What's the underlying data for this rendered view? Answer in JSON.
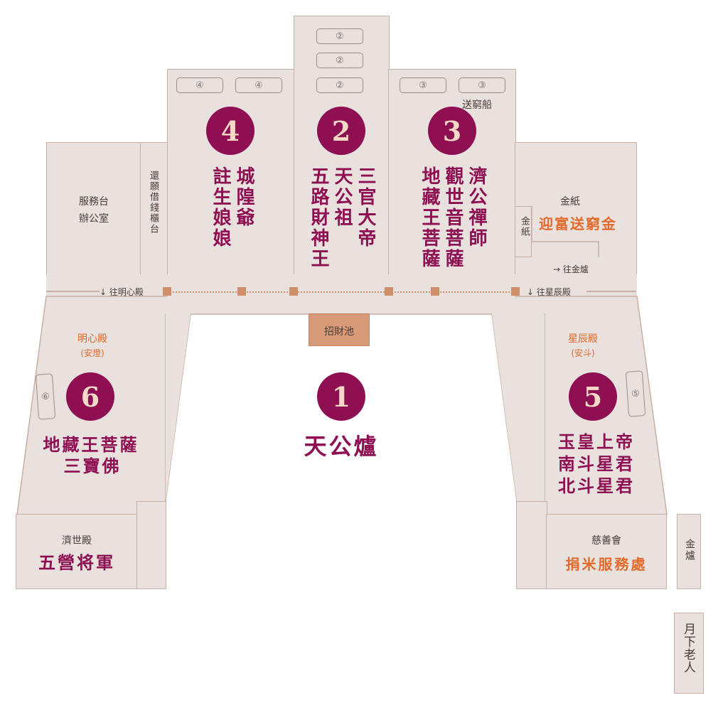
{
  "colors": {
    "room": "#e8e1dd",
    "border": "#c9aea3",
    "accent": "#8e1053",
    "orange": "#e26a2c",
    "pool": "#d89b7a"
  },
  "rooms": {
    "service": {
      "line1": "服務台",
      "line2": "辦公室"
    },
    "vow": "還願借錢櫃台",
    "mingxin": {
      "name": "明心殿",
      "sub": "(安燈)"
    },
    "xingchen": {
      "name": "星辰殿",
      "sub": "(安斗)"
    },
    "jishi": {
      "name": "濟世殿",
      "deity": "五營将軍"
    },
    "cishan": {
      "name": "慈善會",
      "desk": "捐米服務處"
    },
    "gold_paper": {
      "label": "金紙",
      "sub_label": "金紙",
      "service": "迎富送窮金",
      "direction": "→ 往金爐"
    },
    "pool": "招財池",
    "burner_right": "金爐",
    "matchmaker": "月下老人",
    "boat": "送窮船"
  },
  "paths": {
    "to_mingxin": "↓ 往明心殿",
    "to_xingchen": "↓ 往星辰殿"
  },
  "halls": [
    {
      "num": "1",
      "deity": "天公爐"
    },
    {
      "num": "2",
      "cols": [
        "三官大帝",
        "天公祖",
        "五路財神王"
      ]
    },
    {
      "num": "3",
      "cols": [
        "濟公禪師",
        "觀世音菩薩",
        "地藏王菩薩"
      ]
    },
    {
      "num": "4",
      "cols": [
        "城隍爺",
        "註生娘娘"
      ]
    },
    {
      "num": "5",
      "lines": [
        "玉皇上帝",
        "南斗星君",
        "北斗星君"
      ]
    },
    {
      "num": "6",
      "lines": [
        "地藏王菩薩",
        "三寶佛"
      ]
    }
  ],
  "slots": {
    "hall2": [
      "②",
      "②",
      "②"
    ],
    "hall3": [
      "③",
      "③"
    ],
    "hall4": [
      "④",
      "④"
    ],
    "hall5": "⑤",
    "hall6": "⑥"
  }
}
